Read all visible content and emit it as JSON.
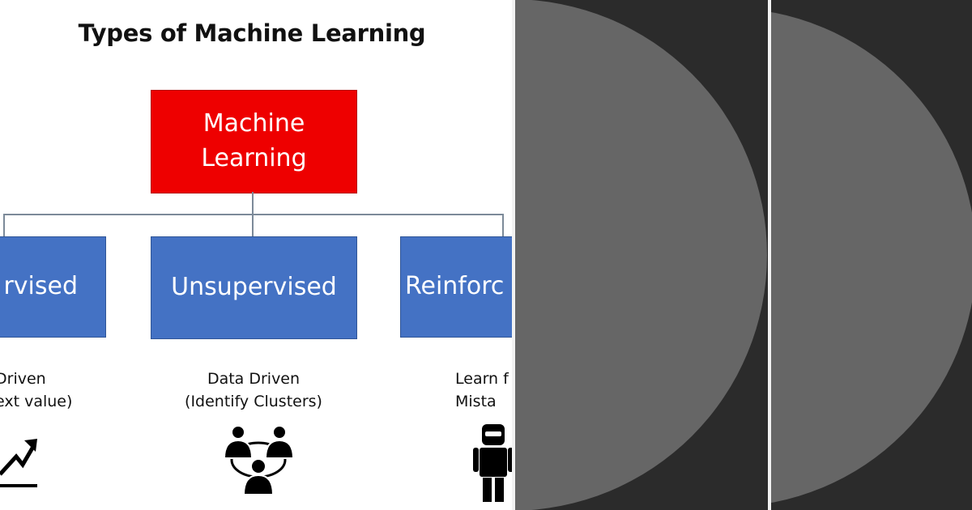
{
  "diagram": {
    "title": "Types of Machine Learning",
    "root": {
      "line1": "Machine",
      "line2": "Learning"
    },
    "branches": {
      "supervised": {
        "label": "rvised",
        "caption_line1": "Driven",
        "caption_line2": "ext value)",
        "icon": "trend-up-arrow-icon"
      },
      "unsupervised": {
        "label": "Unsupervised",
        "caption_line1": "Data Driven",
        "caption_line2": "(Identify Clusters)",
        "icon": "people-cluster-icon"
      },
      "reinforcement": {
        "label": "Reinforc",
        "caption_line1": "Learn f",
        "caption_line2": "Mista",
        "icon": "robot-icon"
      }
    },
    "colors": {
      "root_box": "#ee0000",
      "branch_box": "#4472c4",
      "connector": "#7c8a99"
    }
  },
  "dark_panels": {
    "background": "#2b2b2b",
    "circle_fill": "#666666",
    "separator": "#f2f2f2"
  }
}
